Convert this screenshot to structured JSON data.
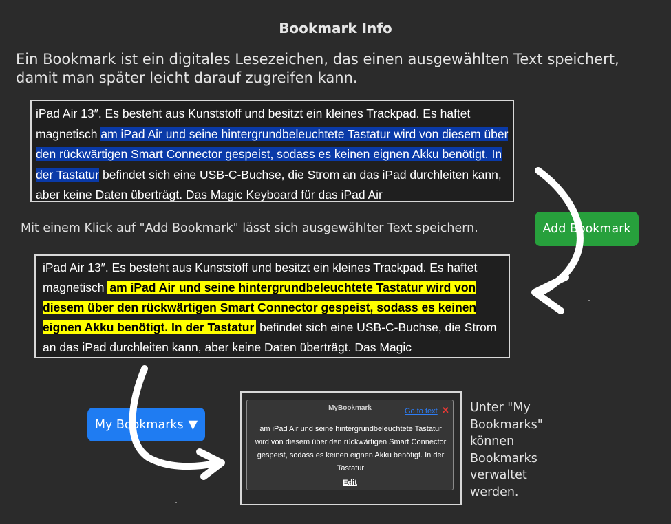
{
  "header": {
    "title": "Bookmark Info"
  },
  "intro": {
    "text": "Ein Bookmark ist ein digitales Lesezeichen, das einen ausgewählten Text speichert, damit man später leicht darauf zugreifen kann."
  },
  "example1": {
    "before": "iPad Air 13″. Es besteht aus Kunststoff und besitzt ein kleines Trackpad. Es haftet magnetisch ",
    "selected": "am iPad Air und seine hintergrundbeleuchtete Tastatur wird von diesem über den rückwärtigen Smart Connector gespeist, sodass es keinen eignen Akku benötigt. In der Tastatur",
    "after": " befindet sich eine USB-C-Buchse, die Strom an das iPad durchleiten kann, aber keine Daten überträgt. Das Magic Keyboard für das iPad Air"
  },
  "step": {
    "text": "Mit einem Klick auf \"Add Bookmark\" lässt sich ausgewählter Text speichern."
  },
  "buttons": {
    "add_bookmark": "Add Bookmark",
    "my_bookmarks": "My Bookmarks",
    "my_bookmarks_caret": "▼"
  },
  "example2": {
    "before": "iPad Air 13″. Es besteht aus Kunststoff und besitzt ein kleines Trackpad. Es haftet magnetisch ",
    "highlighted": "am iPad Air und seine hintergrundbeleuchtete Tastatur wird von diesem über den rückwärtigen Smart Connector gespeist, sodass es keinen eignen Akku benötigt. In der Tastatur",
    "after": " befindet sich eine USB-C-Buchse, die Strom an das iPad durchleiten kann, aber keine Daten überträgt. Das Magic"
  },
  "popup": {
    "title": "MyBookmark",
    "goto_label": "Go to text",
    "close_glyph": "✕",
    "body": "am iPad Air und seine hintergrundbeleuchtete Tastatur wird von diesem über den rückwärtigen Smart Connector gespeist, sodass es keinen eignen Akku benötigt. In der Tastatur",
    "edit_label": "Edit"
  },
  "side_note": {
    "text": "Unter \"My Bookmarks\" können Bookmarks verwaltet werden."
  },
  "colors": {
    "background": "#2b2b2b",
    "selection": "#0a3aa8",
    "highlight": "#ffff00",
    "add_button": "#27a03c",
    "my_bookmarks_button": "#1f7cf2",
    "link": "#2d7df5",
    "close": "#e53935"
  },
  "icons": [
    "curved-arrow-right-icon",
    "curved-arrow-down-icon",
    "caret-down-icon",
    "close-icon"
  ]
}
